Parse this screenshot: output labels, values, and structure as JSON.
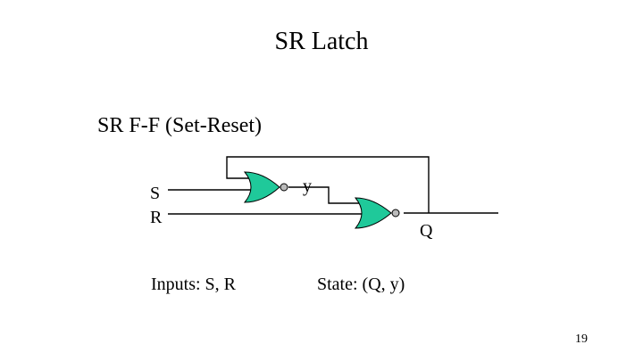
{
  "title": "SR Latch",
  "subtitle": "SR F-F (Set-Reset)",
  "diagram": {
    "input_s_label": "S",
    "input_r_label": "R",
    "internal_label": "y",
    "output_label": "Q",
    "gate_type": "NOR",
    "gate_color": "#1fc99a",
    "gate_outline": "#000000"
  },
  "inputs_text": "Inputs: S, R",
  "state_text": "State: (Q, y)",
  "page_number": "19"
}
